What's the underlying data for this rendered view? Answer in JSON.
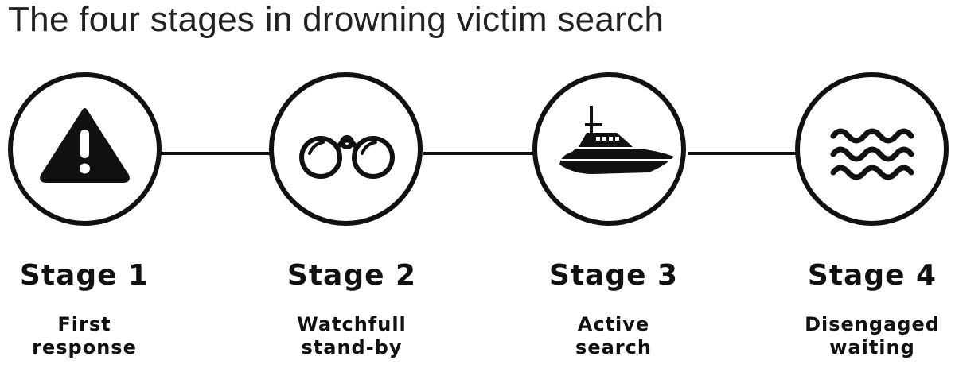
{
  "title": "The four stages in drowning victim search",
  "stages": [
    {
      "label": "Stage 1",
      "desc_line1": "First",
      "desc_line2": "response",
      "icon": "warning-icon"
    },
    {
      "label": "Stage 2",
      "desc_line1": "Watchfull",
      "desc_line2": "stand-by",
      "icon": "binoculars-icon"
    },
    {
      "label": "Stage 3",
      "desc_line1": "Active",
      "desc_line2": "search",
      "icon": "boat-icon"
    },
    {
      "label": "Stage 4",
      "desc_line1": "Disengaged",
      "desc_line2": "waiting",
      "icon": "waves-icon"
    }
  ],
  "colors": {
    "ink": "#111111",
    "background": "#ffffff"
  }
}
